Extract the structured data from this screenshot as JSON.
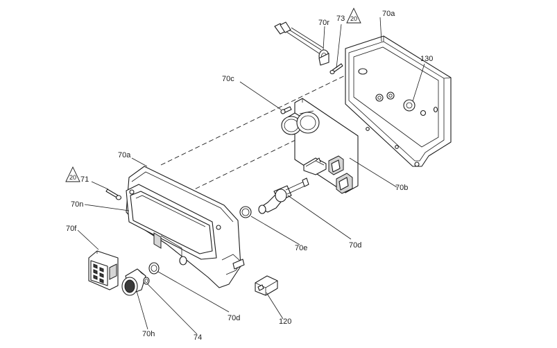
{
  "labels": {
    "l_70r": "70r",
    "l_73": "73",
    "l_70a_top": "70a",
    "l_130": "130",
    "l_70c": "70c",
    "l_70a_left": "70a",
    "l_71": "71",
    "l_70n": "70n",
    "l_70f": "70f",
    "l_70b": "70b",
    "l_70e": "70e",
    "l_70d_right": "70d",
    "l_70d_bottom": "70d",
    "l_120": "120",
    "l_70h": "70h",
    "l_74": "74"
  },
  "warnings": {
    "w_top": "20",
    "w_left": "20"
  }
}
